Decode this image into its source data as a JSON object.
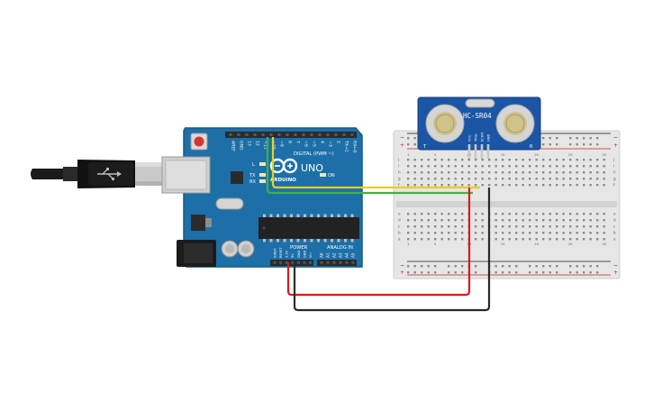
{
  "arduino": {
    "brand": "ARDUINO",
    "model": "UNO",
    "digital_label": "DIGITAL (PWM ~)",
    "power_label": "POWER",
    "analog_label": "ANALOG IN",
    "led_labels": [
      "L",
      "TX",
      "RX"
    ],
    "on_label": "ON",
    "digital_pins": [
      "AREF",
      "GND",
      "13",
      "12",
      "~11",
      "~10",
      "~9",
      "8",
      "7",
      "~6",
      "~5",
      "4",
      "~3",
      "2",
      "TX→1",
      "RX←0"
    ],
    "power_pins": [
      "IOREF",
      "RESET",
      "3.3V",
      "5V",
      "GND",
      "GND",
      "Vin"
    ],
    "analog_pins": [
      "A0",
      "A1",
      "A2",
      "A3",
      "A4",
      "A5"
    ]
  },
  "sensor": {
    "model": "HC-SR04",
    "pins": [
      "VCC",
      "TRIG",
      "ECHO",
      "GND"
    ],
    "corner_left": "T",
    "corner_right": "R"
  },
  "breadboard": {
    "col_numbers": [
      "1",
      "5",
      "10",
      "15",
      "20",
      "25",
      "30"
    ],
    "row_letters_top": [
      "j",
      "i",
      "h",
      "g",
      "f"
    ],
    "row_letters_bottom": [
      "e",
      "d",
      "c",
      "b",
      "a"
    ],
    "rail_plus": "+",
    "rail_minus": "−"
  },
  "wires": {
    "yellow": "#e5d21f",
    "green": "#3eb53a",
    "red": "#e0161b",
    "black": "#2a2a2a"
  },
  "colors": {
    "board_blue": "#1d6fa8",
    "board_dark": "#145a8a",
    "sensor_blue": "#1b56a5",
    "header_black": "#2b2b2b"
  }
}
